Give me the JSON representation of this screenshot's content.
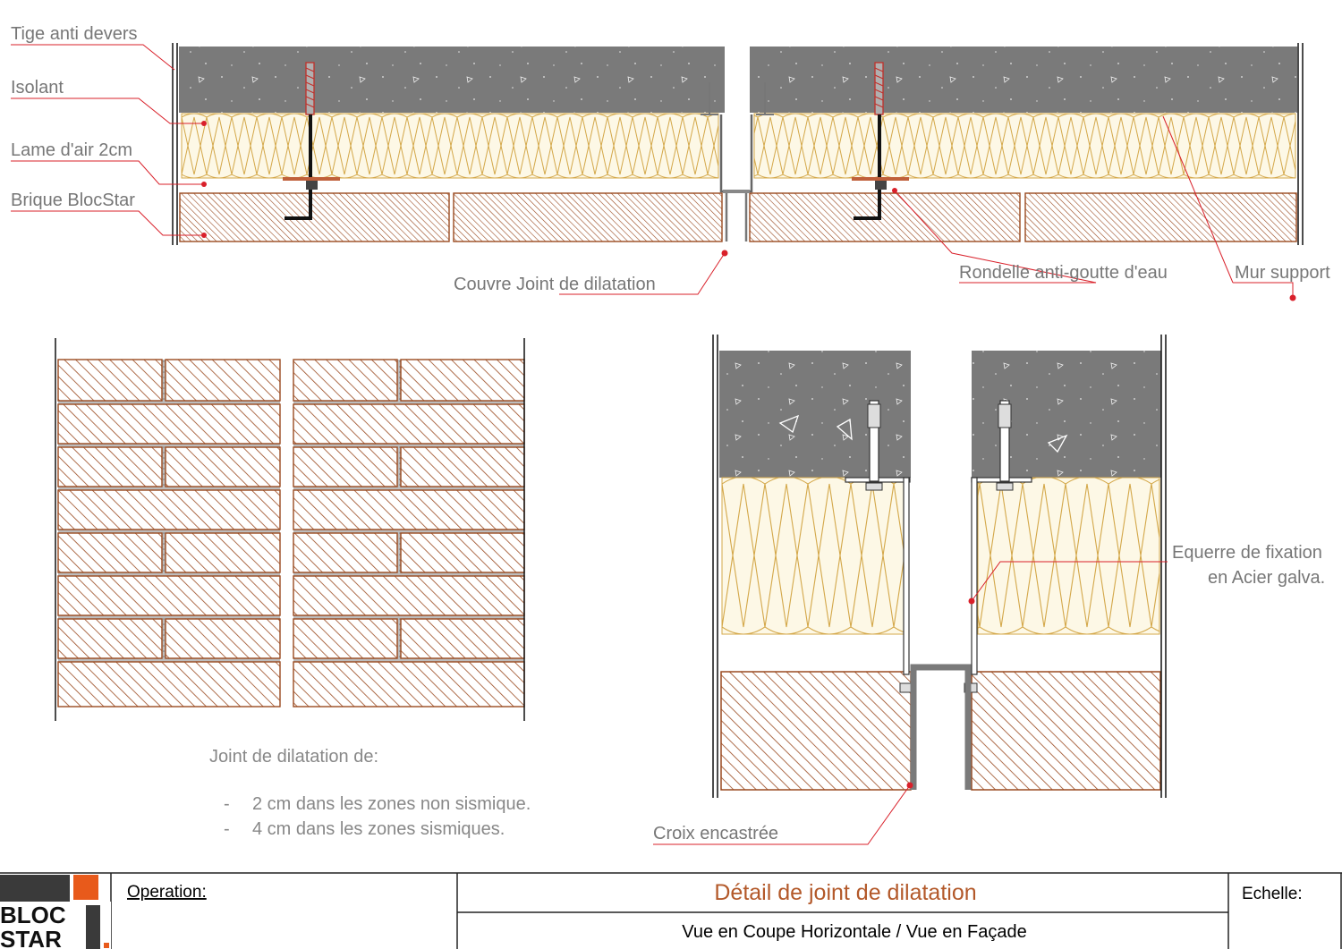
{
  "labels": {
    "tige": "Tige anti devers",
    "isolant": "Isolant",
    "lame_air": "Lame d'air 2cm",
    "brique": "Brique BlocStar",
    "couvre_joint": "Couvre Joint de dilatation",
    "rondelle": "Rondelle anti-goutte d'eau",
    "mur_support": "Mur support",
    "equerre_line1": "Equerre de fixation",
    "equerre_line2": "en Acier galva.",
    "croix": "Croix encastrée"
  },
  "note": {
    "title": "Joint de dilatation de:",
    "items": [
      {
        "dash": "-",
        "text": "2 cm dans les zones non sismique."
      },
      {
        "dash": "-",
        "text": "4 cm  dans   les  zones  sismiques."
      }
    ]
  },
  "title_block": {
    "operation_label": "Operation:",
    "title": "Détail de joint de dilatation",
    "subtitle": "Vue  en  Coupe  Horizontale / Vue en Façade",
    "scale_label": "Echelle:",
    "logo_line1": "BLOC",
    "logo_line2": "STAR"
  },
  "colors": {
    "concrete": "#7a7a7a",
    "insulation_fill": "#fdf8e6",
    "insulation_line": "#d4a84a",
    "brick_line": "#9a4a20",
    "leader": "#d9202a",
    "title_text": "#b3592a",
    "logo_orange": "#e85a1b",
    "logo_grey": "#3a3a3a"
  }
}
